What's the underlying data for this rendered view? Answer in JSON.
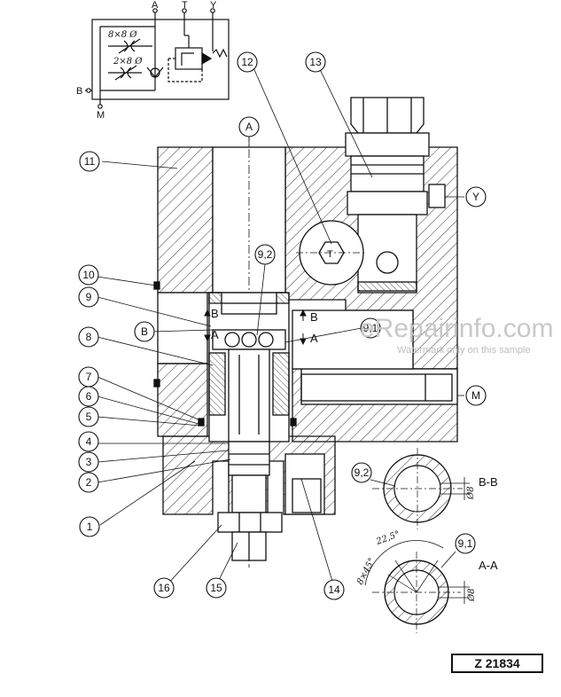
{
  "schematic": {
    "port_top_a": "A",
    "port_top_t": "T",
    "port_top_y": "Y",
    "port_b": "B",
    "port_m": "M",
    "restrictor_1": "8×8 Ø",
    "restrictor_2": "2×8 Ø"
  },
  "callouts": [
    {
      "id": "c1",
      "label": "1"
    },
    {
      "id": "c2",
      "label": "2"
    },
    {
      "id": "c3",
      "label": "3"
    },
    {
      "id": "c4",
      "label": "4"
    },
    {
      "id": "c5",
      "label": "5"
    },
    {
      "id": "c6",
      "label": "6"
    },
    {
      "id": "c7",
      "label": "7"
    },
    {
      "id": "c8",
      "label": "8"
    },
    {
      "id": "c9",
      "label": "9"
    },
    {
      "id": "c10",
      "label": "10"
    },
    {
      "id": "c11",
      "label": "11"
    },
    {
      "id": "c12",
      "label": "12"
    },
    {
      "id": "c13",
      "label": "13"
    },
    {
      "id": "c14",
      "label": "14"
    },
    {
      "id": "c15",
      "label": "15"
    },
    {
      "id": "c16",
      "label": "16"
    },
    {
      "id": "c92",
      "label": "9,2"
    },
    {
      "id": "c91",
      "label": "9,1"
    },
    {
      "id": "c92b",
      "label": "9,2"
    },
    {
      "id": "c91b",
      "label": "9,1"
    }
  ],
  "ports": {
    "a": "A",
    "b": "B",
    "y": "Y",
    "m": "M",
    "t": "T"
  },
  "section_marks": {
    "b_upper": "B",
    "a_upper": "A",
    "b_right": "B",
    "a_right": "A"
  },
  "sections": {
    "bb_title": "B-B",
    "aa_title": "A-A",
    "dim_bb": "Ø8",
    "dim_aa": "Ø8",
    "angle_1": "22,5°",
    "angle_2": "8×45°"
  },
  "reference": "Z 21834",
  "watermark": {
    "text": "eRepairinfo.com",
    "subtext": "Watermark only on this sample"
  }
}
